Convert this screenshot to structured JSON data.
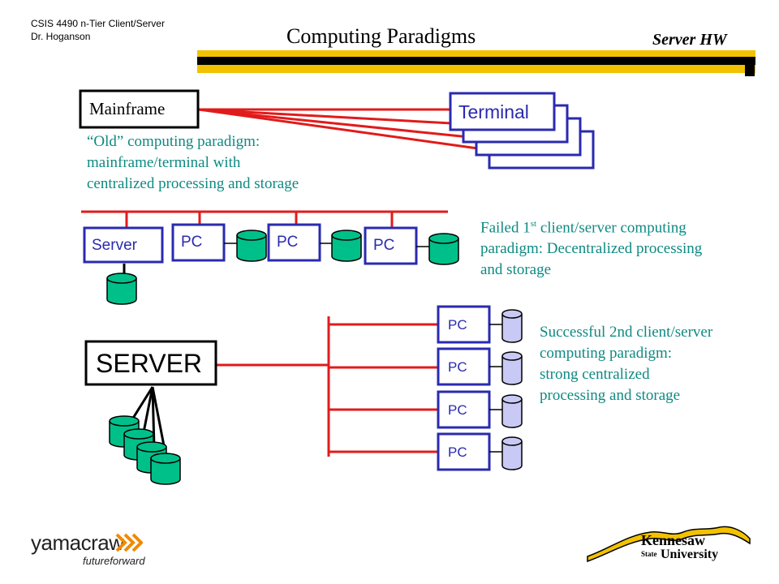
{
  "header": {
    "course": "CSIS 4490 n-Tier Client/Server",
    "instructor": "Dr. Hoganson",
    "title": "Computing Paradigms",
    "section": "Server HW"
  },
  "diagram": {
    "mainframe_label": "Mainframe",
    "terminal_label": "Terminal",
    "old_caption": {
      "line1": "“Old” computing paradigm:",
      "line2": "mainframe/terminal with",
      "line3": "centralized processing and storage"
    },
    "server_label": "Server",
    "pc_label": "PC",
    "failed_caption": {
      "line1_pre": "Failed 1",
      "line1_sup": "st",
      "line1_post": " client/server computing",
      "line2": "paradigm: Decentralized processing",
      "line3": "and storage"
    },
    "big_server_label": "SERVER",
    "success_caption": {
      "line1": "Successful 2nd client/server",
      "line2": "computing paradigm:",
      "line3": "strong centralized",
      "line4": "processing and storage"
    }
  },
  "footer": {
    "brand": "yamacraw",
    "tagline": "futureforward",
    "university_line1": "Kennesaw",
    "university_state": "State",
    "university_line2": "University"
  },
  "colors": {
    "header_bar": "#f2c200",
    "connector_red": "#e11b1b",
    "box_border": "#2a2ab0",
    "teal_text": "#0e8a82",
    "db_green": "#00c08a",
    "db_lavender": "#c9c9f5"
  }
}
